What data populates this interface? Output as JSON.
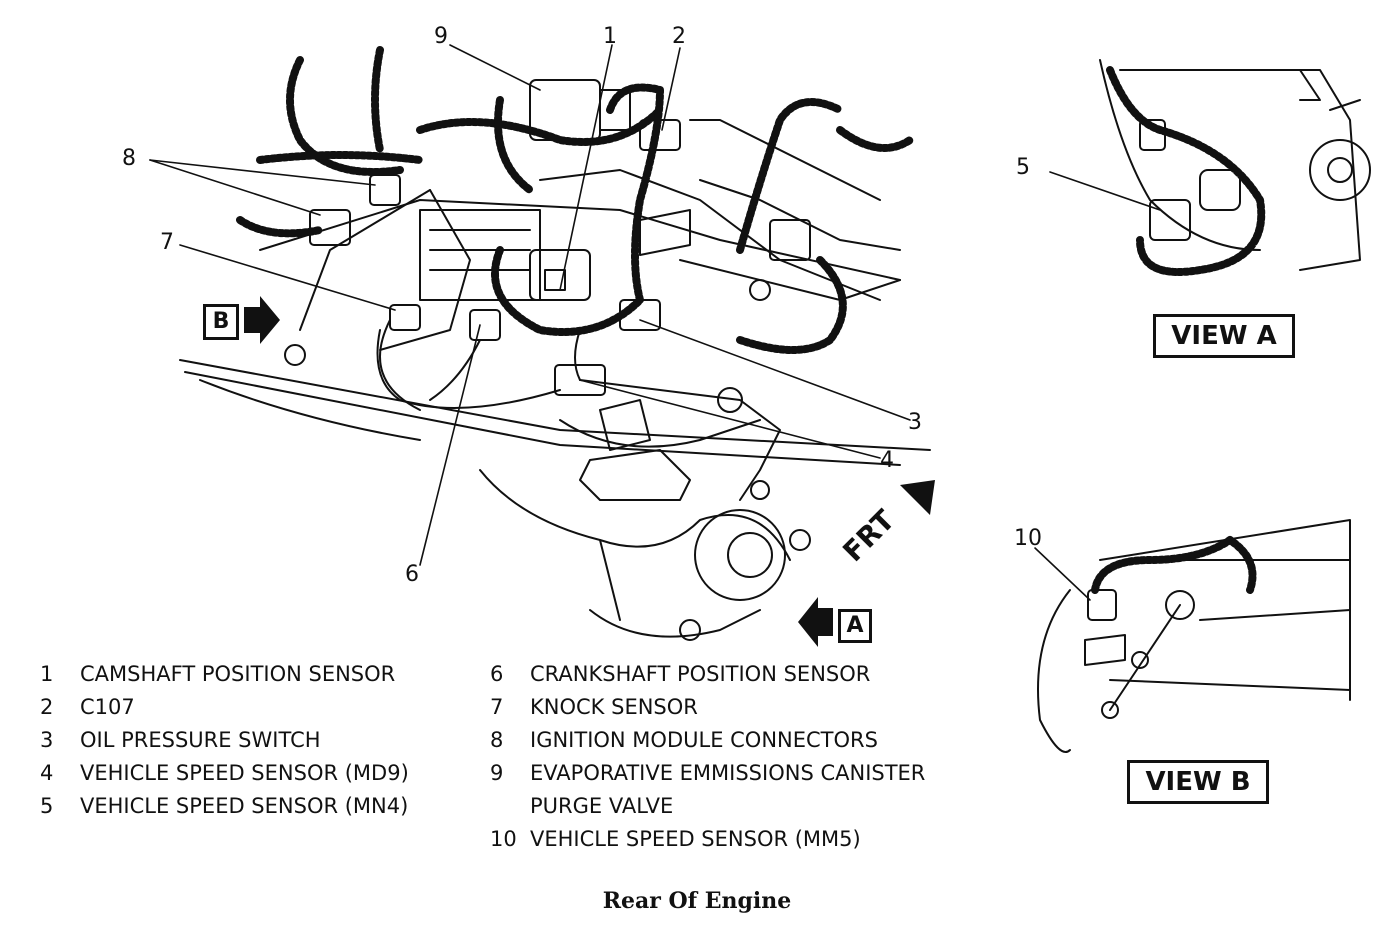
{
  "callouts": {
    "c1": "1",
    "c2": "2",
    "c3": "3",
    "c4": "4",
    "c5": "5",
    "c6": "6",
    "c7": "7",
    "c8": "8",
    "c9": "9",
    "c10": "10"
  },
  "arrows": {
    "b_label": "B",
    "a_label": "A",
    "front_label": "FRT"
  },
  "views": {
    "view_a": "VIEW A",
    "view_b": "VIEW B"
  },
  "legend_left": [
    {
      "num": "1",
      "label": "CAMSHAFT POSITION SENSOR"
    },
    {
      "num": "2",
      "label": "C107"
    },
    {
      "num": "3",
      "label": "OIL PRESSURE SWITCH"
    },
    {
      "num": "4",
      "label": "VEHICLE SPEED SENSOR (MD9)"
    },
    {
      "num": "5",
      "label": "VEHICLE SPEED SENSOR (MN4)"
    }
  ],
  "legend_right": [
    {
      "num": "6",
      "label": "CRANKSHAFT POSITION SENSOR"
    },
    {
      "num": "7",
      "label": "KNOCK SENSOR"
    },
    {
      "num": "8",
      "label": "IGNITION MODULE CONNECTORS"
    },
    {
      "num": "9",
      "label": "EVAPORATIVE EMMISSIONS CANISTER"
    },
    {
      "num": "",
      "label": "PURGE VALVE"
    },
    {
      "num": "10",
      "label": "VEHICLE SPEED SENSOR (MM5)"
    }
  ],
  "caption": "Rear Of Engine",
  "colors": {
    "ink": "#111111",
    "paper": "#ffffff"
  }
}
